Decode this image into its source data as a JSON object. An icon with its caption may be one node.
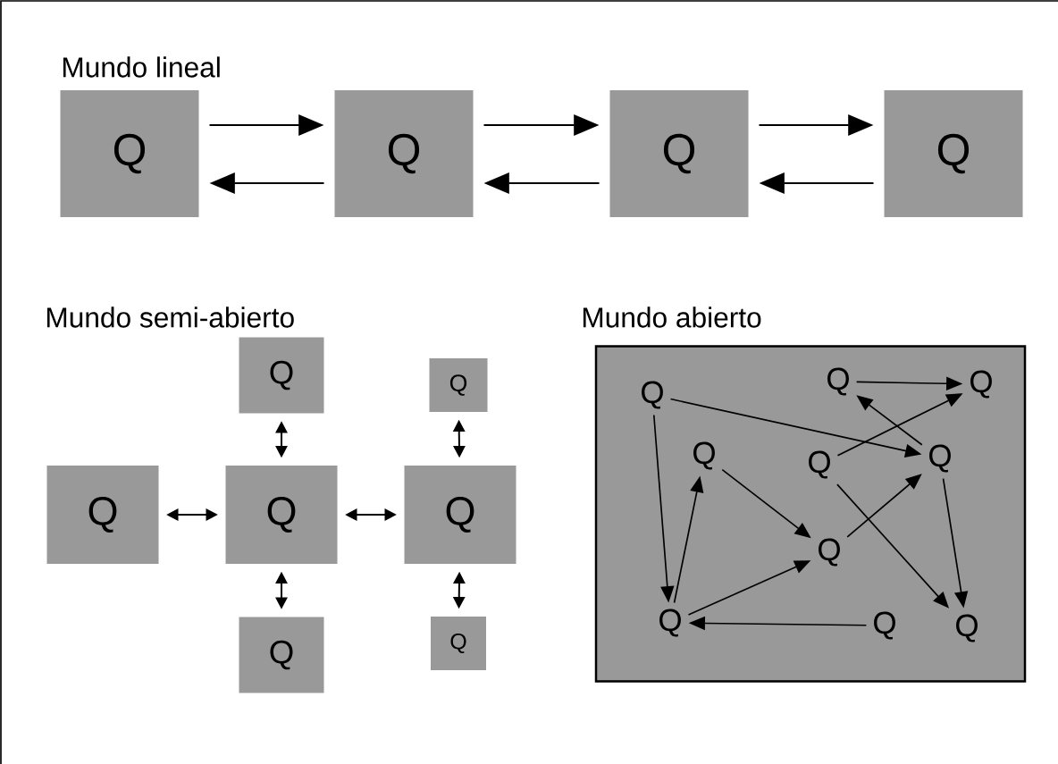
{
  "diagram": {
    "nodes": [
      {
        "text": [
          "Q"
        ]
      },
      {
        "text": [
          "Q"
        ]
      },
      {
        "text": [
          "Q"
        ]
      },
      {
        "text": [
          "Q"
        ]
      },
      {
        "text": [
          "Q"
        ]
      },
      {
        "text": [
          "Q"
        ]
      },
      {
        "text": [
          "Q"
        ]
      },
      {
        "text": [
          "Q"
        ]
      },
      {
        "text": [
          "Q"
        ]
      },
      {
        "text": [
          "Q"
        ]
      },
      {
        "text": [
          "Q"
        ]
      },
      {
        "text": [],
        "shape": "box"
      },
      {
        "text": [
          "Q"
        ],
        "in": 11
      },
      {
        "text": [
          "Q"
        ],
        "in": 11
      },
      {
        "text": [
          "Q"
        ],
        "in": 11
      },
      {
        "text": [
          "Q"
        ],
        "in": 11
      },
      {
        "text": [
          "Q"
        ],
        "in": 11
      },
      {
        "text": [
          "Q"
        ],
        "in": 11
      },
      {
        "text": [
          "Q"
        ],
        "in": 11
      },
      {
        "text": [
          "Q"
        ],
        "in": 11
      },
      {
        "text": [
          "Q"
        ],
        "in": 11
      },
      {
        "text": [
          "Q"
        ],
        "in": 11
      }
    ],
    "edges": [
      {
        "from": 0,
        "to": 1,
        "arrow": "to"
      },
      {
        "from": 1,
        "to": 0,
        "arrow": "to"
      },
      {
        "from": 1,
        "to": 2,
        "arrow": "to"
      },
      {
        "from": 2,
        "to": 1,
        "arrow": "to"
      },
      {
        "from": 2,
        "to": 3,
        "arrow": "to"
      },
      {
        "from": 3,
        "to": 2,
        "arrow": "to"
      },
      {
        "from": 4,
        "to": 7,
        "arrow": "both"
      },
      {
        "from": 5,
        "to": 8,
        "arrow": "both"
      },
      {
        "from": 6,
        "to": 7,
        "arrow": "both"
      },
      {
        "from": 7,
        "to": 8,
        "arrow": "both"
      },
      {
        "from": 7,
        "to": 9,
        "arrow": "both"
      },
      {
        "from": 8,
        "to": 10,
        "arrow": "both"
      },
      {
        "from": 14,
        "to": 16,
        "arrow": "to"
      },
      {
        "from": 14,
        "to": 19,
        "arrow": "to"
      },
      {
        "from": 12,
        "to": 13,
        "arrow": "to"
      },
      {
        "from": 16,
        "to": 12,
        "arrow": "to"
      },
      {
        "from": 17,
        "to": 13,
        "arrow": "to"
      },
      {
        "from": 17,
        "to": 21,
        "arrow": "to"
      },
      {
        "from": 15,
        "to": 18,
        "arrow": "to"
      },
      {
        "from": 19,
        "to": 15,
        "arrow": "to"
      },
      {
        "from": 19,
        "to": 18,
        "arrow": "to"
      },
      {
        "from": 18,
        "to": 16,
        "arrow": "to"
      },
      {
        "from": 16,
        "to": 21,
        "arrow": "to"
      },
      {
        "from": 20,
        "to": 19,
        "arrow": "to"
      }
    ],
    "labels": [
      "Mundo lineal",
      "Mundo semi-abierto",
      "Mundo abierto"
    ]
  }
}
